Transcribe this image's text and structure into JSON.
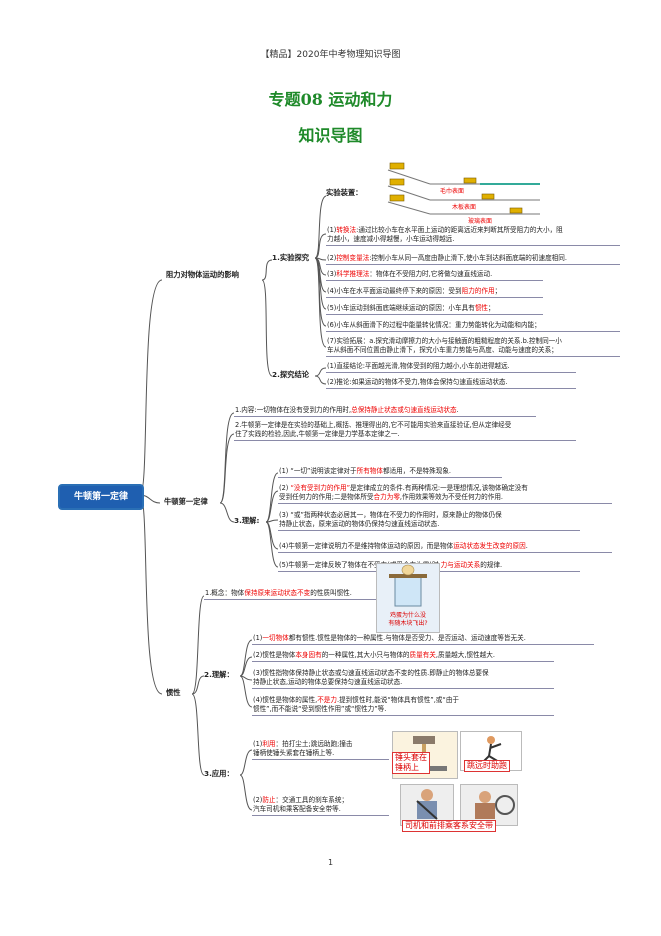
{
  "header": "【精品】2020年中考物理知识导图",
  "title": "专题08  运动和力",
  "subtitle": "知识导图",
  "root": "牛顿第一定律",
  "branch1": {
    "label": "阻力对物体运动的影响",
    "experiment": {
      "label": "1.实验探究",
      "device_label": "实验装置：",
      "surfaces": [
        "毛巾表面",
        "木板表面",
        "玻璃表面"
      ],
      "items": [
        {
          "pre": "(1)",
          "red": "转换法",
          "post": ":通过比较小车在水平面上运动的距离远近来判断其所受阻力的大小，阻",
          "line2": "力越小，速度减小得越慢，小车运动得越远."
        },
        {
          "pre": "(2)",
          "red": "控制变量法",
          "post": ":控制小车从同一高度由静止滑下,使小车到达斜面底端的初速度相同."
        },
        {
          "pre": "(3)",
          "red": "科学推理法",
          "post": "：物体在不受阻力时,它将做匀速直线运动."
        },
        {
          "pre": "(4)小车在水平面运动最终停下来的原因：受到",
          "red": "阻力的作用",
          "post": "；"
        },
        {
          "pre": "(5)小车运动到斜面底端继续运动的原因：小车具有",
          "red": "惯性",
          "post": "；"
        },
        {
          "pre": "(6)小车从斜面滑下的过程中能量转化情况：重力势能转化为动能和内能；",
          "red": "",
          "post": ""
        },
        {
          "pre": "(7)实验拓展：a.探究滑动摩擦力的大小与接触面的粗糙程度的关系.b.控制同一小",
          "red": "",
          "post": "",
          "line2": "车从斜面不同位置由静止滑下，探究小车重力势能与高度、动能与速度的关系；"
        }
      ]
    },
    "conclusion": {
      "label": "2.探究结论",
      "items": [
        "(1)直接结论:平面越光滑,物体受到的阻力越小,小车前进得越远.",
        "(2)推论:如果运动的物体不受力,物体会保持匀速直线运动状态."
      ]
    }
  },
  "branch2": {
    "label": "牛顿第一定律",
    "content": {
      "pre": "1.内容:一切物体在没有受到力的作用时,",
      "red": "总保持静止状态或匀速直线运动状态",
      "post": "."
    },
    "note": [
      "2.牛顿第一定律是在实验的基础上,概括、推理得出的,它不可能用实验来直接验证,但从定律经受",
      "住了实践的检验,因此,牛顿第一定律是力学基本定律之一."
    ],
    "understand_label": "3.理解:",
    "items": [
      {
        "pre": "(1)  “一切”说明该定律对于",
        "red": "所有物体",
        "post": "都适用，不是特殊现象."
      },
      {
        "pre": "(2)  ",
        "red": "“没有受到力的作用”",
        "post": "是定律成立的条件.有两种情况:一是理想情况,该物体确定没有",
        "line2": "受到任何力的作用;二是物体所受",
        "red2": "合力为零",
        "post2": ",作用效果等效为不受任何力的作用."
      },
      {
        "pre": "(3)  “或”指两种状态必居其一，物体在不受力的作用时，原来静止的物体仍保",
        "red": "",
        "post": "",
        "line2": "持静止状态，原来运动的物体仍保持匀速直线运动状态."
      },
      {
        "pre": "(4)牛顿第一定律说明力不是维持物体运动的原因，而是物体",
        "red": "运动状态发生改变的原因",
        "post": "."
      },
      {
        "pre": "(5)牛顿第一定律反映了物体在不受力(或受合力为零)时,",
        "red": "力与运动关系",
        "post": "的规律."
      }
    ]
  },
  "branch3": {
    "label": "惯性",
    "concept": {
      "pre": "1.概念：物体",
      "red": "保持原来运动状态不变",
      "post": "的性质叫惯性."
    },
    "egg_caption": [
      "鸡蛋为什么没",
      "有随木块飞出?"
    ],
    "understand_label": "2.理解：",
    "items": [
      {
        "pre": "(1)",
        "red": "一切物体",
        "post": "都有惯性.惯性是物体的一种属性.与物体是否受力、是否运动、运动速度等皆无关."
      },
      {
        "pre": "(2)惯性是物体",
        "red": "本身固有",
        "post": "的一种属性,其大小只与物体的",
        "red2": "质量有关",
        "post2": ",质量越大,惯性越大."
      },
      {
        "pre": "(3)惯性指物体保持静止状态或匀速直线运动状态不变的性质.即静止的物体总要保",
        "line2": "持静止状态,运动的物体总要保持匀速直线运动状态."
      },
      {
        "pre": "(4)惯性是物体的属性,",
        "red": "不是力",
        "post": ".提到惯性时,能说“物体具有惯性”,或“由于",
        "line2": "惯性”,而不能说“受到惯性作用”或“惯性力”等."
      }
    ],
    "apply_label": "3.应用：",
    "use": {
      "pre": "(1)",
      "red": "利用",
      "post": "：拍打尘土;跳远助跑;撞击",
      "line2": "锤柄使锤头紧套在锤柄上等."
    },
    "prevent": {
      "pre": "(2)",
      "red": "防止",
      "post": "：交通工具的刹车系统；",
      "line2": "汽车司机和乘客配备安全带等."
    },
    "captions": [
      "锤头套在",
      "锤柄上",
      "跳远时助跑",
      "司机和前排乘客系安全带"
    ]
  },
  "page_number": "1"
}
